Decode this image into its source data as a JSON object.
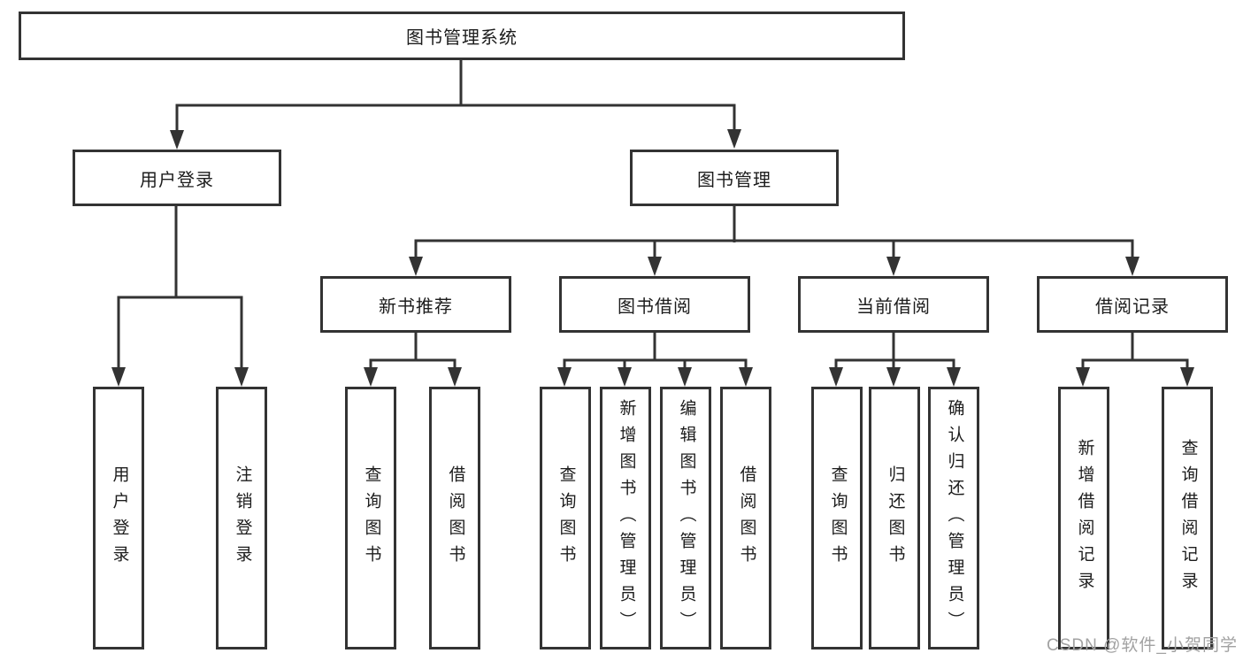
{
  "colors": {
    "line": "#333333",
    "box_border": "#333333",
    "text": "#1c1c1c",
    "background": "#ffffff",
    "watermark": "#a2a2a2"
  },
  "watermark": "CSDN @软件_小贺同学",
  "tree": {
    "label": "图书管理系统",
    "children": [
      {
        "label": "用户登录",
        "children": [
          {
            "label": "用户登录"
          },
          {
            "label": "注销登录"
          }
        ]
      },
      {
        "label": "图书管理",
        "children": [
          {
            "label": "新书推荐",
            "children": [
              {
                "label": "查询图书"
              },
              {
                "label": "借阅图书"
              }
            ]
          },
          {
            "label": "图书借阅",
            "children": [
              {
                "label": "查询图书"
              },
              {
                "label": "新增图书（管理员）"
              },
              {
                "label": "编辑图书（管理员）"
              },
              {
                "label": "借阅图书"
              }
            ]
          },
          {
            "label": "当前借阅",
            "children": [
              {
                "label": "查询图书"
              },
              {
                "label": "归还图书"
              },
              {
                "label": "确认归还（管理员）"
              }
            ]
          },
          {
            "label": "借阅记录",
            "children": [
              {
                "label": "新增借阅记录"
              },
              {
                "label": "查询借阅记录"
              }
            ]
          }
        ]
      }
    ]
  }
}
